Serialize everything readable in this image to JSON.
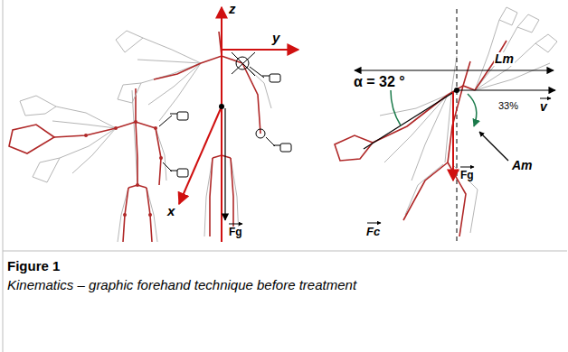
{
  "diagram": {
    "title": "Figure 1",
    "caption": "Kinematics – graphic forehand technique before treatment",
    "labels": [
      "z",
      "y",
      "x",
      "Fg",
      "α = 32 °",
      "Lm",
      "v",
      "33%",
      "Fg",
      "Fc",
      "Am"
    ]
  }
}
